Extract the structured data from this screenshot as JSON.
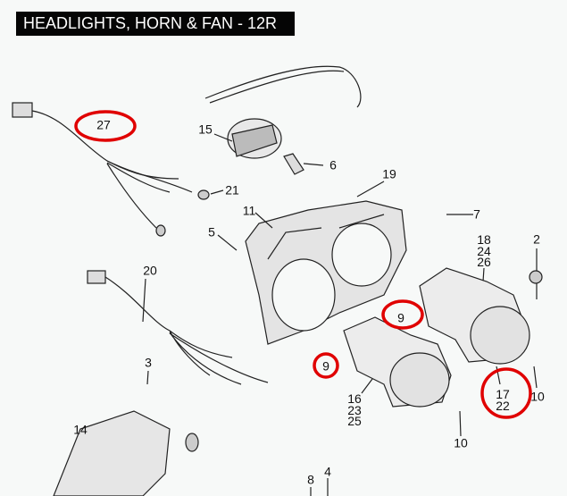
{
  "header": {
    "title": "HEADLIGHTS, HORN & FAN - 12R"
  },
  "highlight_color": "#e00000",
  "callouts": {
    "c27": "27",
    "c15": "15",
    "c6": "6",
    "c19": "19",
    "c21": "21",
    "c11": "11",
    "c7": "7",
    "c5": "5",
    "c2": "2",
    "c20": "20",
    "c9a": "9",
    "c9b": "9",
    "c3": "3",
    "c10a": "10",
    "c10b": "10",
    "c14": "14",
    "c8": "8",
    "c4": "4",
    "group_right_top": [
      "18",
      "24",
      "26"
    ],
    "group_left_bottom": [
      "16",
      "23",
      "25"
    ],
    "group_right_bottom": [
      "17",
      "22"
    ]
  }
}
